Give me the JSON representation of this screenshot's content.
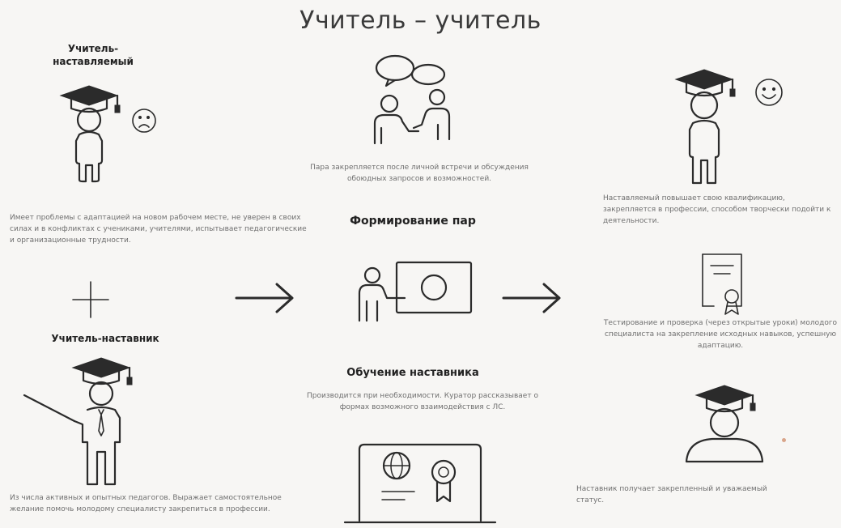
{
  "title": "Учитель – учитель",
  "mentee": {
    "label": "Учитель-\nнаставляемый",
    "description": "Имеет проблемы с адаптацией на новом рабочем месте, не уверен в своих силах и в конфликтах с учениками, учителями, испытывает педагогические и организационные трудности."
  },
  "mentor": {
    "label": "Учитель-наставник",
    "description": "Из числа активных и опытных педагогов. Выражает самостоятельное желание помочь молодому специалисту закрепиться в профессии."
  },
  "pairing": {
    "description": "Пара закрепляется после личной встречи и обсуждения обоюдных запросов и возможностей.",
    "heading": "Формирование пар"
  },
  "training": {
    "heading": "Обучение наставника",
    "description": "Производится при необходимости. Куратор рассказывает о формах возможного взаимодействия с ЛС."
  },
  "result_mentee": {
    "description": "Наставляемый повышает свою квалификацию, закрепляется в профессии, способом творчески подойти к деятельности."
  },
  "result_test": {
    "description": "Тестирование и проверка (через открытые уроки) молодого специалиста на закрепление исходных навыков, успешную адаптацию."
  },
  "result_mentor": {
    "description": "Наставник получает закрепленный и уважаемый статус."
  },
  "icons": {
    "sad": "sad-face-icon",
    "happy": "happy-face-icon",
    "plus": "plus-icon",
    "arrow": "arrow-right-icon",
    "dialog": "dialog-people-icon",
    "presentation": "presentation-board-icon",
    "laptop": "laptop-certificate-icon",
    "certificate": "certificate-icon"
  }
}
